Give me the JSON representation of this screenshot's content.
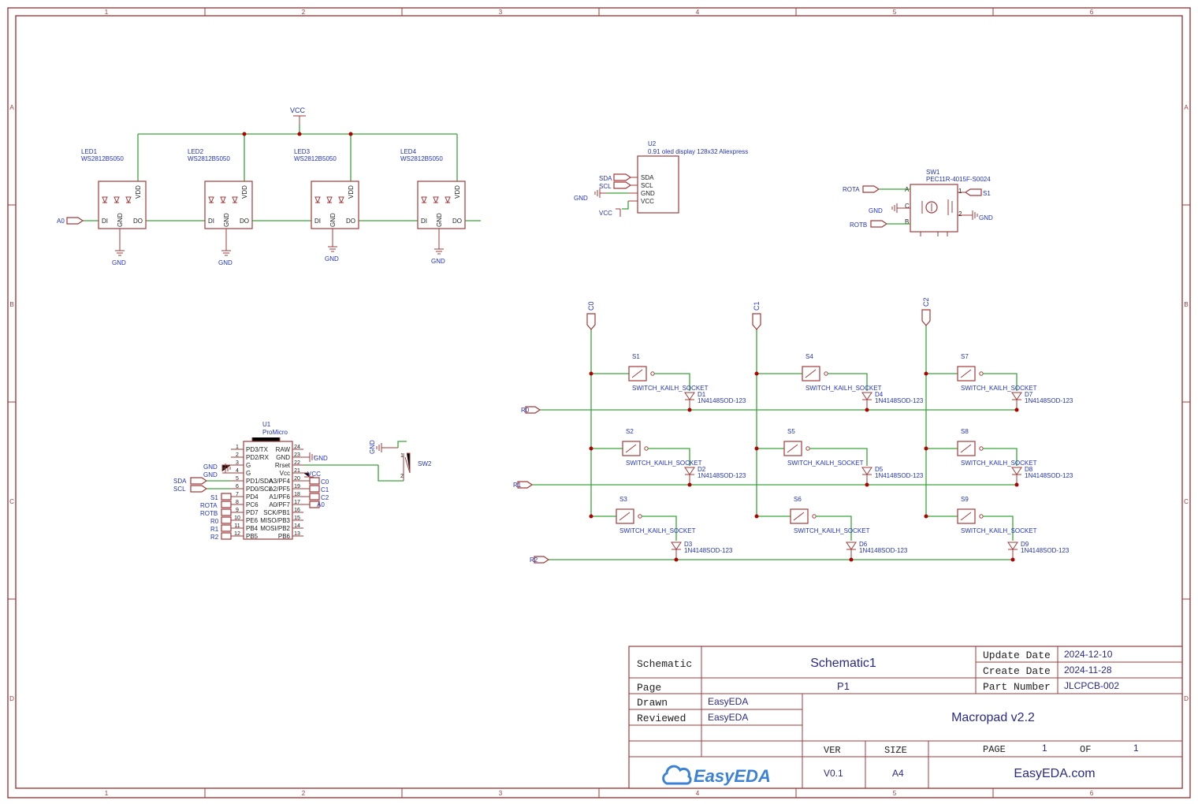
{
  "border": {
    "columns": [
      "1",
      "2",
      "3",
      "4",
      "5",
      "6"
    ],
    "rows": [
      "A",
      "B",
      "C",
      "D"
    ]
  },
  "leds": [
    {
      "ref": "LED1",
      "part": "WS2812B5050",
      "gnd": "GND"
    },
    {
      "ref": "LED2",
      "part": "WS2812B5050",
      "gnd": "GND"
    },
    {
      "ref": "LED3",
      "part": "WS2812B5050",
      "gnd": "GND"
    },
    {
      "ref": "LED4",
      "part": "WS2812B5050",
      "gnd": "GND"
    }
  ],
  "led_pins": {
    "di": "DI",
    "gnd": "GND",
    "do": "DO",
    "vdd": "VDD"
  },
  "led_input_net": "A0",
  "vcc_label": "VCC",
  "oled": {
    "ref": "U2",
    "part": "0.91 oled display 128x32 Aliexpress",
    "pins": [
      "SDA",
      "SCL",
      "GND",
      "VCC"
    ],
    "nets": [
      "SDA",
      "SCL",
      "GND",
      "VCC"
    ]
  },
  "encoder": {
    "ref": "SW1",
    "part": "PEC11R-4015F-S0024",
    "pins": {
      "a": "A",
      "b": "B",
      "c": "C",
      "p1": "1",
      "p2": "2"
    },
    "nets": {
      "rota": "ROTA",
      "rotb": "ROTB",
      "gnd_left": "GND",
      "s1": "S1",
      "gnd_right": "GND"
    }
  },
  "promicro": {
    "ref": "U1",
    "part": "ProMicro",
    "left_pins": [
      {
        "num": "1",
        "name": "PD3/TX"
      },
      {
        "num": "2",
        "name": "PD2/RX"
      },
      {
        "num": "3",
        "name": "G"
      },
      {
        "num": "4",
        "name": "G"
      },
      {
        "num": "5",
        "name": "PD1/SDA"
      },
      {
        "num": "6",
        "name": "PD0/SCL"
      },
      {
        "num": "7",
        "name": "PD4"
      },
      {
        "num": "8",
        "name": "PC6"
      },
      {
        "num": "9",
        "name": "PD7"
      },
      {
        "num": "10",
        "name": "PE6"
      },
      {
        "num": "11",
        "name": "PB4"
      },
      {
        "num": "12",
        "name": "PB5"
      }
    ],
    "right_pins": [
      {
        "num": "24",
        "name": "RAW"
      },
      {
        "num": "23",
        "name": "GND"
      },
      {
        "num": "22",
        "name": "Rrset"
      },
      {
        "num": "21",
        "name": "Vcc"
      },
      {
        "num": "20",
        "name": "A3/PF4"
      },
      {
        "num": "19",
        "name": "A2/PF5"
      },
      {
        "num": "18",
        "name": "A1/PF6"
      },
      {
        "num": "17",
        "name": "A0/PF7"
      },
      {
        "num": "16",
        "name": "SCK/PB1"
      },
      {
        "num": "15",
        "name": "MISO/PB3"
      },
      {
        "num": "14",
        "name": "MOSI/PB2"
      },
      {
        "num": "13",
        "name": "PB6"
      }
    ],
    "left_nets": [
      "GND",
      "GND",
      "SDA",
      "SCL",
      "S1",
      "ROTA",
      "ROTB",
      "R0",
      "R1",
      "R2"
    ],
    "right_nets": [
      "GND",
      "VCC",
      "C0",
      "C1",
      "C2",
      "A0"
    ]
  },
  "reset_switch": {
    "ref": "SW2",
    "gnd": "GND",
    "p1": "1",
    "p2": "2"
  },
  "matrix": {
    "columns": [
      "C0",
      "C1",
      "C2"
    ],
    "rows": [
      "R0",
      "R1",
      "R2"
    ],
    "switches": [
      {
        "ref": "S1",
        "part": "SWITCH_KAILH_SOCKET",
        "diode": "D1",
        "diode_part": "1N4148SOD-123"
      },
      {
        "ref": "S4",
        "part": "SWITCH_KAILH_SOCKET",
        "diode": "D4",
        "diode_part": "1N4148SOD-123"
      },
      {
        "ref": "S7",
        "part": "SWITCH_KAILH_SOCKET",
        "diode": "D7",
        "diode_part": "1N4148SOD-123"
      },
      {
        "ref": "S2",
        "part": "SWITCH_KAILH_SOCKET",
        "diode": "D2",
        "diode_part": "1N4148SOD-123"
      },
      {
        "ref": "S5",
        "part": "SWITCH_KAILH_SOCKET",
        "diode": "D5",
        "diode_part": "1N4148SOD-123"
      },
      {
        "ref": "S8",
        "part": "SWITCH_KAILH_SOCKET",
        "diode": "D8",
        "diode_part": "1N4148SOD-123"
      },
      {
        "ref": "S3",
        "part": "SWITCH_KAILH_SOCKET",
        "diode": "D3",
        "diode_part": "1N4148SOD-123"
      },
      {
        "ref": "S6",
        "part": "SWITCH_KAILH_SOCKET",
        "diode": "D6",
        "diode_part": "1N4148SOD-123"
      },
      {
        "ref": "S9",
        "part": "SWITCH_KAILH_SOCKET",
        "diode": "D9",
        "diode_part": "1N4148SOD-123"
      }
    ]
  },
  "title_block": {
    "schematic_label": "Schematic",
    "schematic_value": "Schematic1",
    "page_label": "Page",
    "page_value": "P1",
    "update_label": "Update Date",
    "update_value": "2024-12-10",
    "create_label": "Create Date",
    "create_value": "2024-11-28",
    "part_label": "Part Number",
    "part_value": "JLCPCB-002",
    "drawn_label": "Drawn",
    "drawn_value": "EasyEDA",
    "reviewed_label": "Reviewed",
    "reviewed_value": "EasyEDA",
    "project": "Macropad v2.2",
    "ver_label": "VER",
    "ver_value": "V0.1",
    "size_label": "SIZE",
    "size_value": "A4",
    "pg_label": "PAGE",
    "pg_value": "1",
    "of_label": "OF",
    "of_value": "1",
    "logo": "EasyEDA",
    "website": "EasyEDA.com"
  },
  "colors": {
    "frame": "#a33a3a",
    "wire": "#3aa53a",
    "net_label": "#2233bb",
    "junction": "#b00000",
    "logo": "#3b82d6"
  }
}
